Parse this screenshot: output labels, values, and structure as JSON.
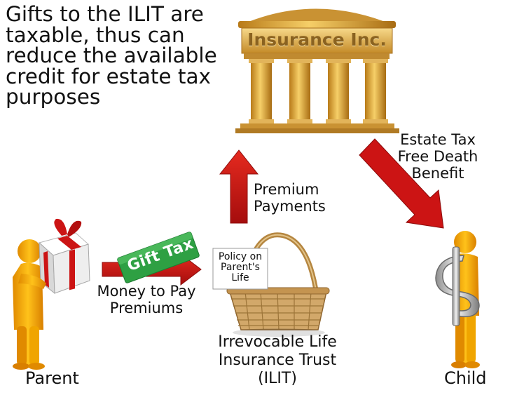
{
  "headline": "Gifts to the ILIT are taxable, thus can reduce the available credit for estate tax purposes",
  "bank_name": "Insurance Inc.",
  "premium_payments": "Premium Payments",
  "estate_tax_benefit": "Estate Tax Free Death Benefit",
  "gift_tax": "Gift Tax",
  "money_to_pay": "Money to Pay Premiums",
  "policy_note": "Policy on Parent's Life",
  "trust_label": "Irrevocable Life Insurance Trust (ILIT)",
  "parent_label": "Parent",
  "child_label": "Child",
  "colors": {
    "arrow_red": "#cc1414",
    "gift_tag_green": "#2ea043",
    "figure_orange": "#f0a500",
    "gold": "#d9a23a"
  },
  "icons": [
    "bank-building-icon",
    "gift-box-icon",
    "basket-icon",
    "dollar-sign-icon",
    "person-figure-icon",
    "arrow-icon"
  ]
}
